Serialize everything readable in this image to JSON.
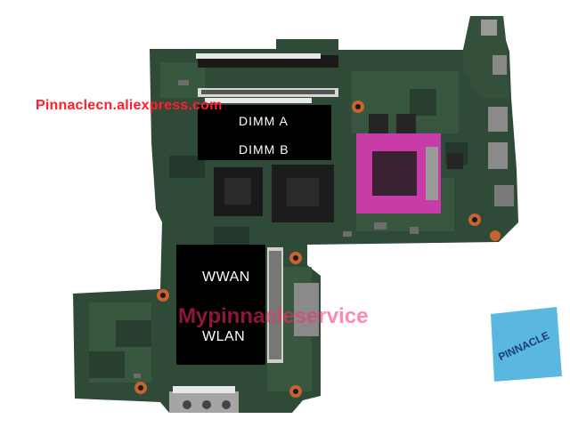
{
  "watermarks": {
    "store_url": "Pinnaclecn.aliexpress.com",
    "service_text": "Mypinnacleservice"
  },
  "labels": {
    "dimm_a": "DIMM  A",
    "dimm_b": "DIMM  B",
    "wwan": "WWAN",
    "wlan": "WLAN"
  },
  "logo": {
    "text": "PINNACLE"
  },
  "colors": {
    "pcb_green": "#2f4a36",
    "cpu_socket": "#c83ca8",
    "watermark_red": "#ff1f2a",
    "logo_blue": "#5ab8e0"
  }
}
